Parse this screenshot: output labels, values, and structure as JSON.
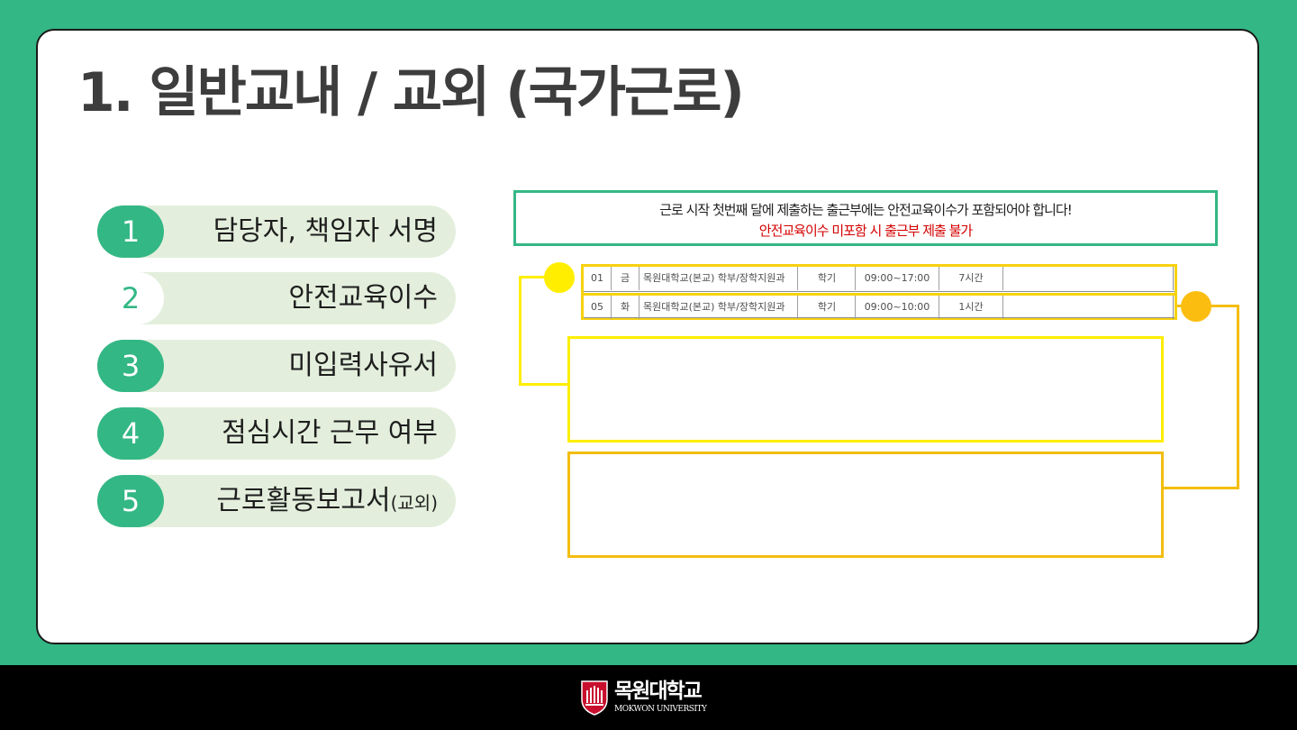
{
  "slide": {
    "title": "1. 일반교내 / 교외 (국가근로)"
  },
  "menu": [
    {
      "num": "1",
      "label": "담당자, 책임자 서명",
      "suffix": ""
    },
    {
      "num": "2",
      "label": "안전교육이수",
      "suffix": ""
    },
    {
      "num": "3",
      "label": "미입력사유서",
      "suffix": ""
    },
    {
      "num": "4",
      "label": "점심시간 근무 여부",
      "suffix": ""
    },
    {
      "num": "5",
      "label": "근로활동보고서",
      "suffix": "(교외)"
    }
  ],
  "notice": {
    "line1": "근로 시작 첫번째 달에 제출하는 출근부에는 안전교육이수가 포함되어야 합니다!",
    "line2": "안전교육이수 미포함 시 출근부 제출 불가"
  },
  "records": [
    {
      "day": "01",
      "weekday": "금",
      "place": "목원대학교(본교) 학부/장학지원과",
      "type": "학기",
      "time": "09:00~17:00",
      "hours": "7시간"
    },
    {
      "day": "05",
      "weekday": "화",
      "place": "목원대학교(본교) 학부/장학지원과",
      "type": "학기",
      "time": "09:00~10:00",
      "hours": "1시간"
    }
  ],
  "footer": {
    "logo_ko": "목원대학교",
    "logo_en": "MOKWON UNIVERSITY"
  },
  "colors": {
    "background": "#33b785",
    "accent_green": "#33b785",
    "pill_bg": "#e3efdc",
    "notice_red": "#d40000",
    "highlight_yellow": "#ffee00",
    "highlight_orange": "#f3bd0f",
    "footer": "#000000"
  }
}
